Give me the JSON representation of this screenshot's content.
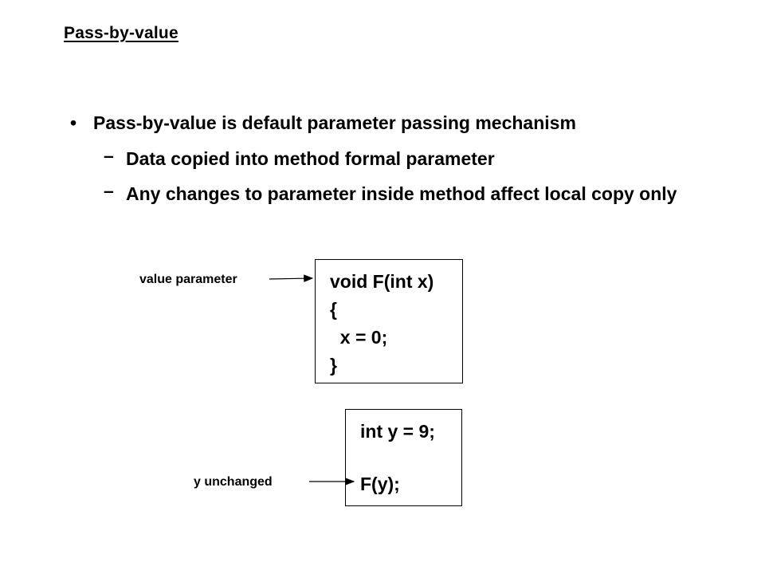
{
  "title": "Pass-by-value",
  "bullet": {
    "marker": "•",
    "text": "Pass-by-value is default parameter passing mechanism"
  },
  "sub_items": [
    {
      "marker": "–",
      "text": "Data copied into method formal parameter"
    },
    {
      "marker": "–",
      "text": "Any changes to parameter inside method affect local copy only"
    }
  ],
  "diagram1": {
    "label": "value parameter",
    "code": "void F(int x)\n{\n  x = 0;\n}"
  },
  "diagram2": {
    "label": "y unchanged",
    "code_line1": "int y = 9;",
    "code_line2": "F(y);"
  }
}
